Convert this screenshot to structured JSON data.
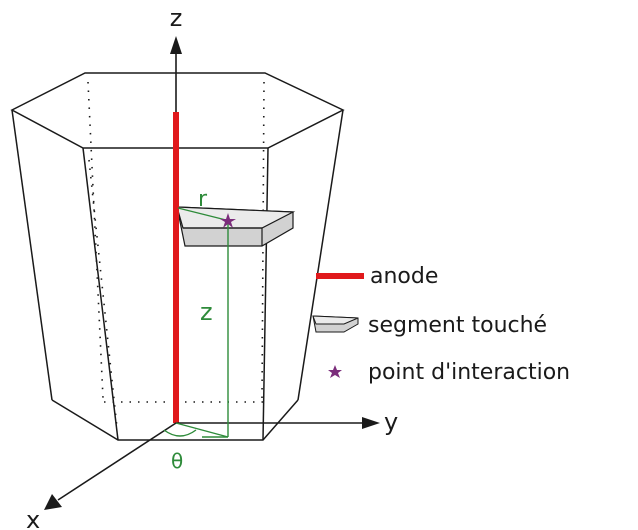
{
  "axes": {
    "z_label": "z",
    "y_label": "y",
    "x_label": "x"
  },
  "annotations": {
    "r_label": "r",
    "height_label": "z",
    "angle_label": "θ"
  },
  "legend": {
    "anode": "anode",
    "segment": "segment touché",
    "point": "point d'interaction"
  },
  "colors": {
    "anode": "#e0191c",
    "annotation": "#2e8b3a",
    "point": "#7b2d7b",
    "outline": "#1a1a1a",
    "segment_fill": "#d2d2d2"
  }
}
